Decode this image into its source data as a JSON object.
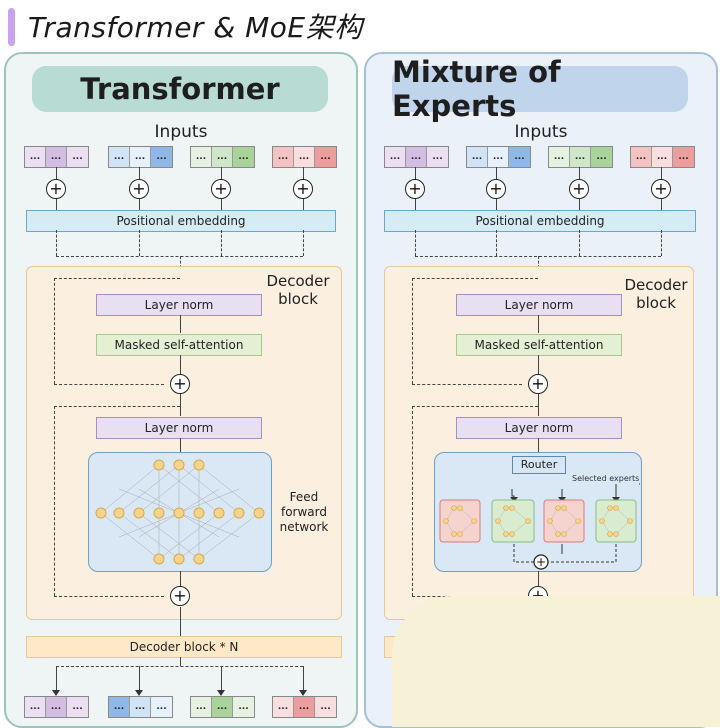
{
  "header": {
    "title": "Transformer & MoE架构"
  },
  "left": {
    "title": "Transformer",
    "inputs_label": "Inputs",
    "pos_embed": "Positional embedding",
    "decoder_label_1": "Decoder",
    "decoder_label_2": "block",
    "layer_norm_1": "Layer norm",
    "msa": "Masked self-attention",
    "layer_norm_2": "Layer norm",
    "ffn_label_1": "Feed",
    "ffn_label_2": "forward",
    "ffn_label_3": "network",
    "decoder_block_n": "Decoder block * N",
    "cell": "..."
  },
  "right": {
    "title": "Mixture of Experts",
    "inputs_label": "Inputs",
    "pos_embed": "Positional embedding",
    "decoder_label_1": "Decoder",
    "decoder_label_2": "block",
    "layer_norm_1": "Layer norm",
    "msa": "Masked self-attention",
    "layer_norm_2": "Layer norm",
    "router": "Router",
    "selected_experts": "Selected experts",
    "cell": "..."
  },
  "colors": {
    "token_purple": "#d9c6e6",
    "token_blue": "#bcd7f2",
    "token_blue_dark": "#8fb8e8",
    "token_green": "#cfe6c8",
    "token_green_dark": "#a9d39b",
    "token_red": "#f3c2c2",
    "token_red_dark": "#ec9d9d",
    "expert_red": "#f5d3cf",
    "expert_green": "#d9ecd0"
  }
}
